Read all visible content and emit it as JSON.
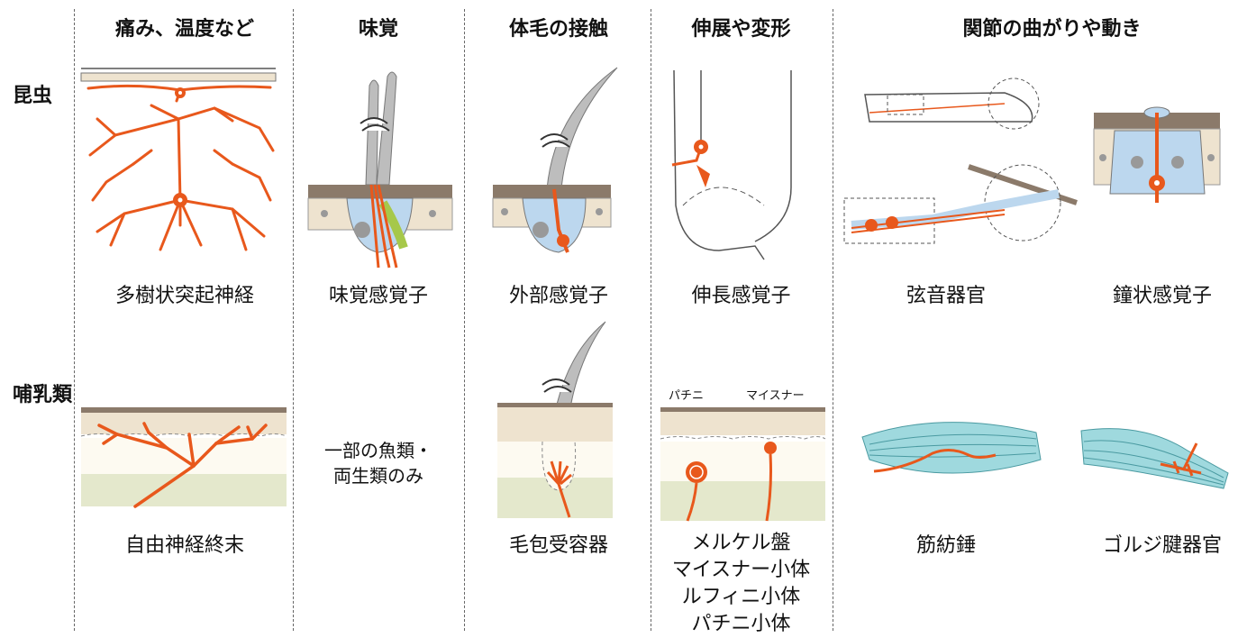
{
  "headers": [
    "痛み、温度など",
    "味覚",
    "体毛の接触",
    "伸展や変形",
    "関節の曲がりや動き"
  ],
  "row_labels": {
    "insect": "昆虫",
    "mammal": "哺乳類"
  },
  "insect_captions": {
    "pain": "多樹状突起神経",
    "taste": "味覚感覚子",
    "hair": "外部感覚子",
    "stretch": "伸長感覚子",
    "joint_a": "弦音器官",
    "joint_b": "鐘状感覚子"
  },
  "mammal_captions": {
    "pain": "自由神経終末",
    "taste_line1": "一部の魚類・",
    "taste_line2": "両生類のみ",
    "hair": "毛包受容器",
    "stretch_lines": [
      "メルケル盤",
      "マイスナー小体",
      "ルフィニ小体",
      "パチニ小体"
    ],
    "joint_a": "筋紡錘",
    "joint_b": "ゴルジ腱器官"
  },
  "small_labels": {
    "pacini": "パチニ",
    "meissner": "マイスナー"
  },
  "colors": {
    "nerve": "#e8581c",
    "skin": "#eee3cf",
    "cuticle": "#8b7a6a",
    "cell_blue": "#bcd7ee",
    "muscle": "#9fd9de",
    "hair": "#bdbdbd"
  }
}
